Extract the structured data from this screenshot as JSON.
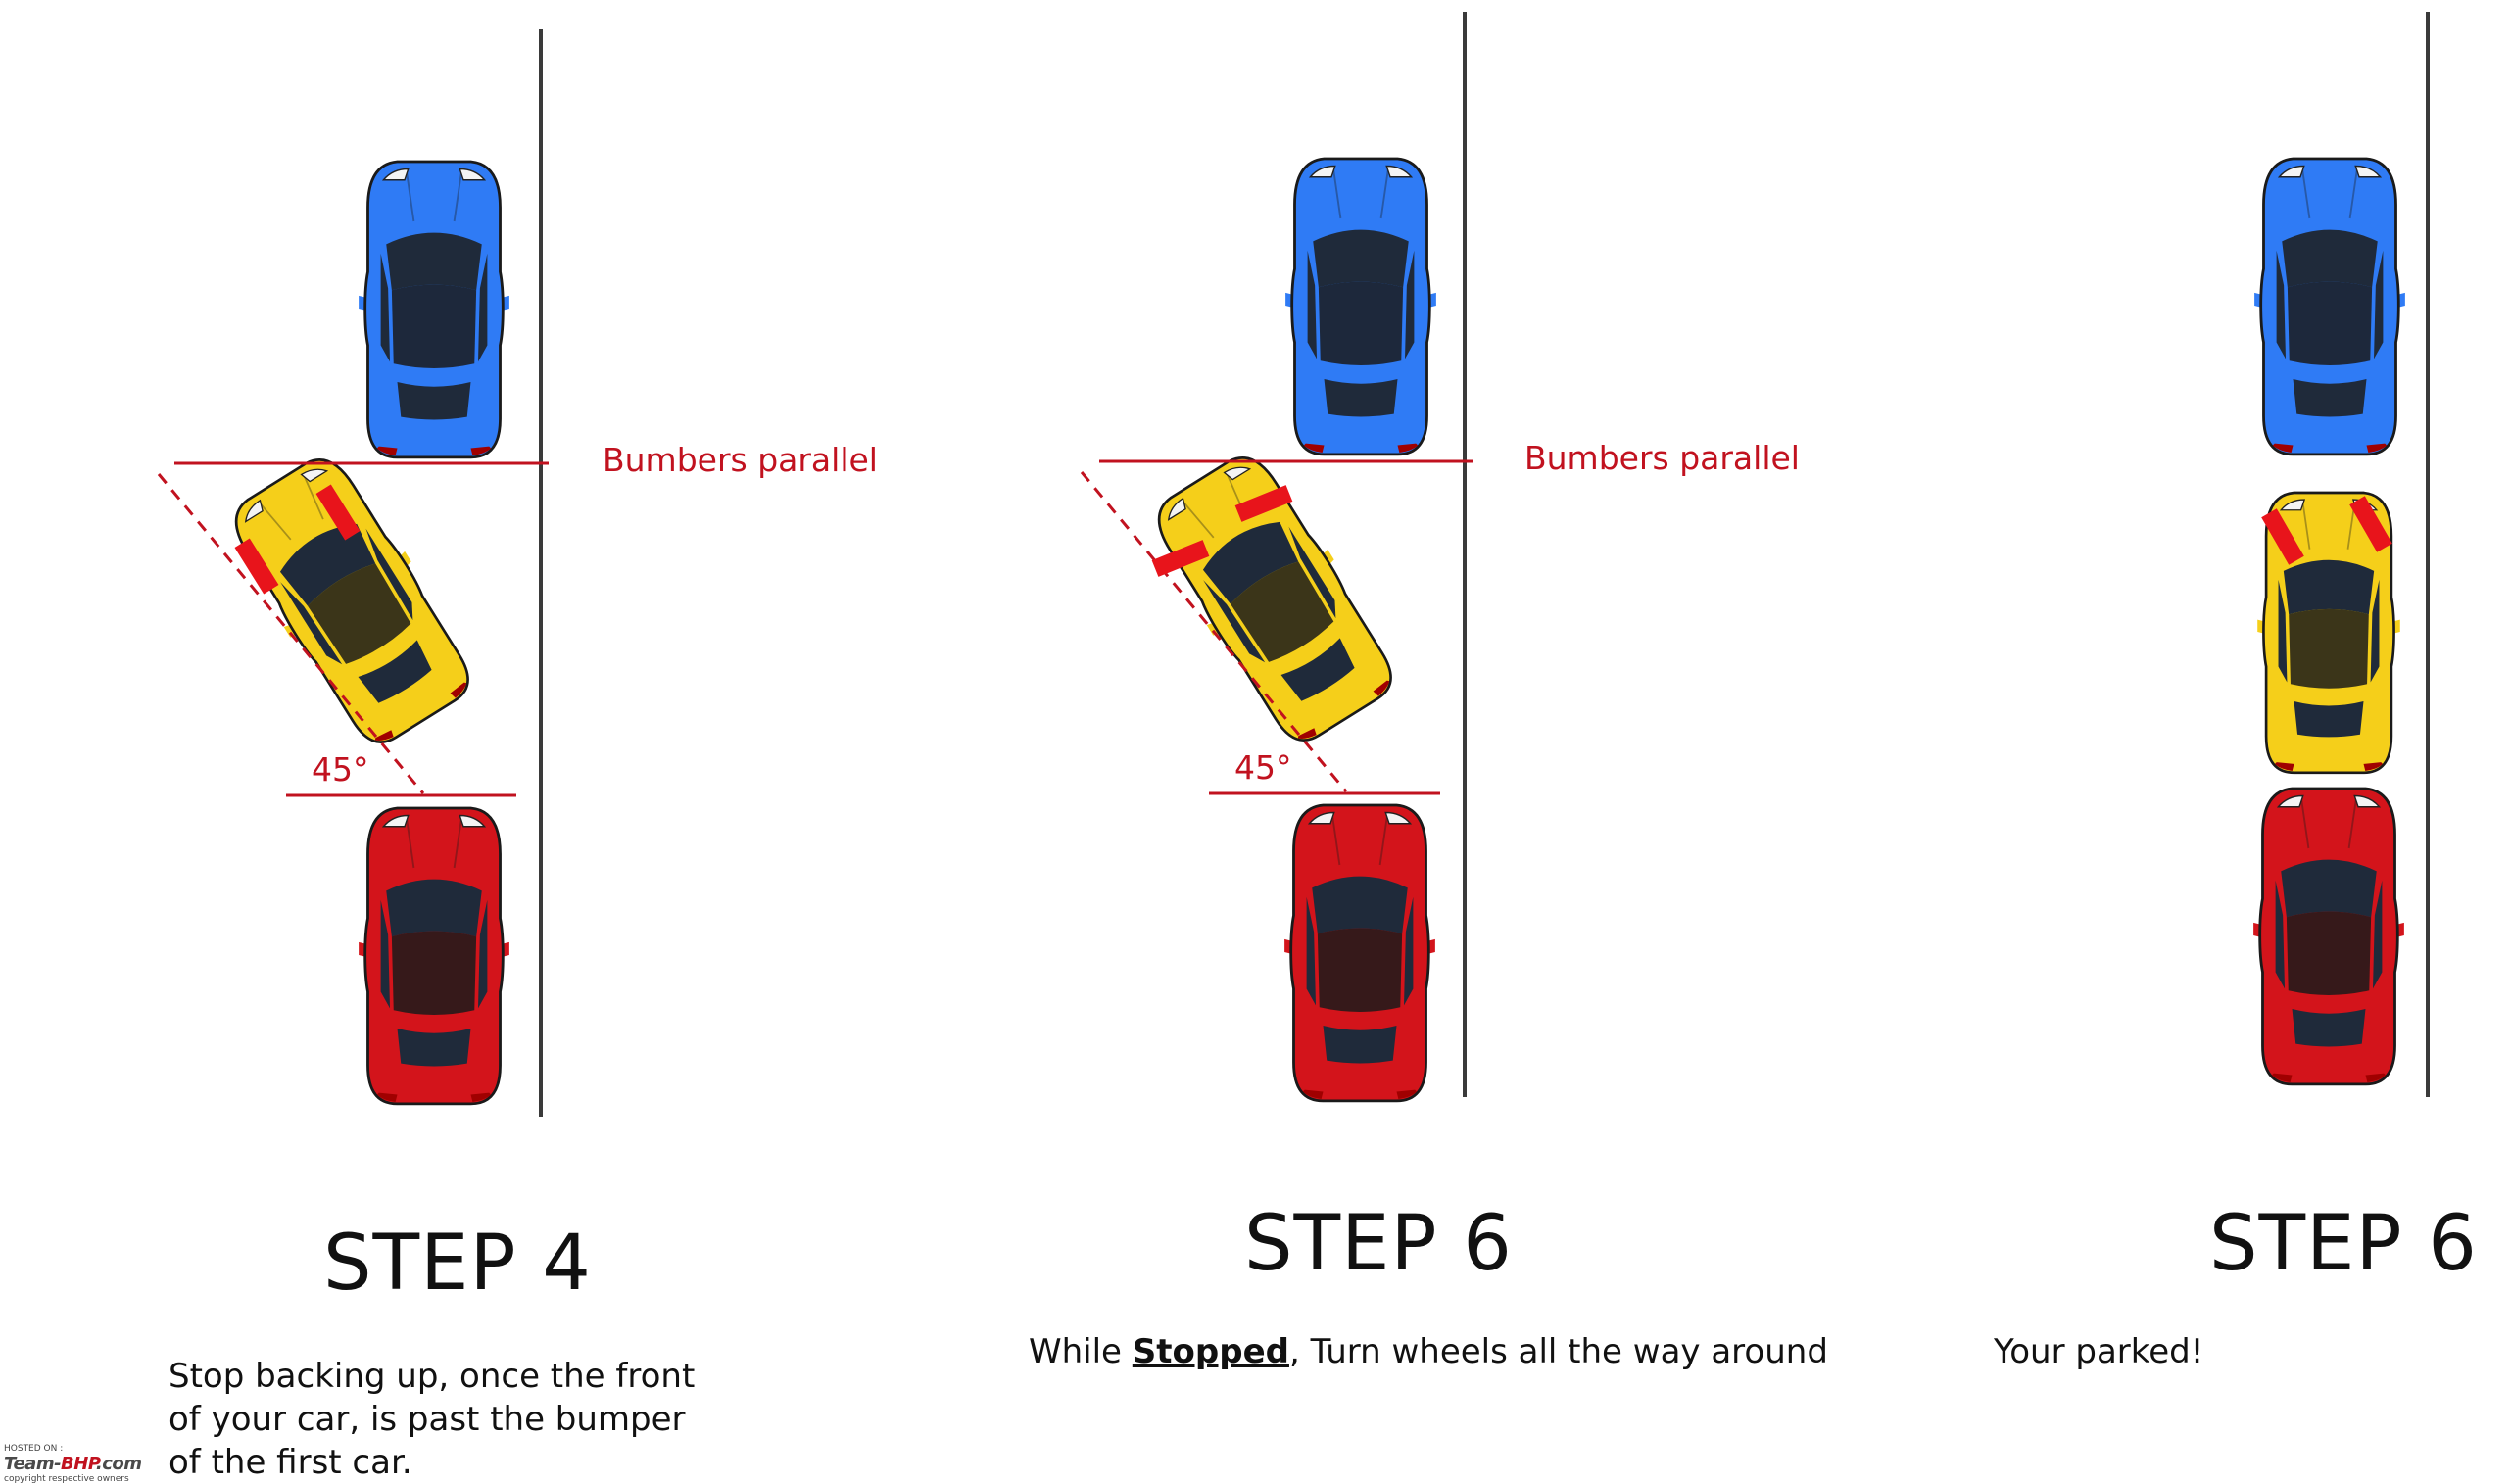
{
  "colors": {
    "car_blue": "#2f7bf5",
    "car_yellow": "#f5cf1a",
    "car_red": "#d3141b",
    "guide_red": "#c1121f",
    "curb": "#3a3a3a",
    "wheel_marker": "#e8141b"
  },
  "panels": [
    {
      "step_label": "STEP 4",
      "description": "Stop backing up, once the front of your car, is past the bumper of the first car.",
      "guide_label": "Bumbers parallel",
      "angle_label": "45°"
    },
    {
      "step_label": "STEP 6",
      "description_prefix": "While ",
      "description_emphasis": "Stopped",
      "description_suffix": ", Turn wheels all the way around",
      "guide_label": "Bumbers parallel",
      "angle_label": "45°"
    },
    {
      "step_label": "STEP 6",
      "description": "Your parked!"
    }
  ],
  "watermark": {
    "hosted": "HOSTED ON :",
    "brand_main": "Team-",
    "brand_accent": "BHP",
    "brand_tail": ".com",
    "copyright": "copyright respective owners"
  }
}
